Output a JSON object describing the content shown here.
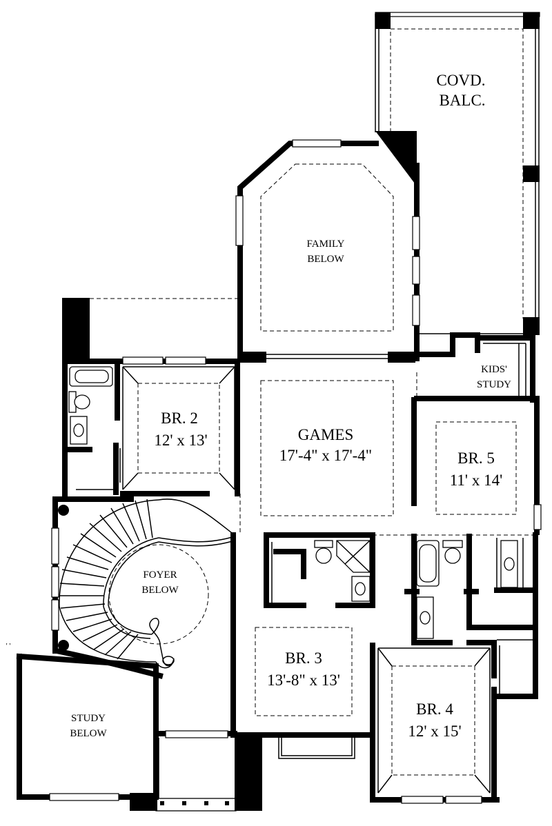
{
  "rooms": {
    "covd_balc": {
      "line1": "COVD.",
      "line2": "BALC."
    },
    "family": {
      "line1": "FAMILY",
      "line2": "BELOW"
    },
    "kids_study": {
      "line1": "KIDS'",
      "line2": "STUDY"
    },
    "br2": {
      "name": "BR. 2",
      "dims": "12' x 13'"
    },
    "games": {
      "name": "GAMES",
      "dims": "17'-4\" x 17'-4\""
    },
    "br5": {
      "name": "BR. 5",
      "dims": "11' x 14'"
    },
    "foyer": {
      "line1": "FOYER",
      "line2": "BELOW"
    },
    "br3": {
      "name": "BR. 3",
      "dims": "13'-8\" x 13'"
    },
    "study": {
      "line1": "STUDY",
      "line2": "BELOW"
    },
    "br4": {
      "name": "BR. 4",
      "dims": "12' x 15'"
    }
  }
}
